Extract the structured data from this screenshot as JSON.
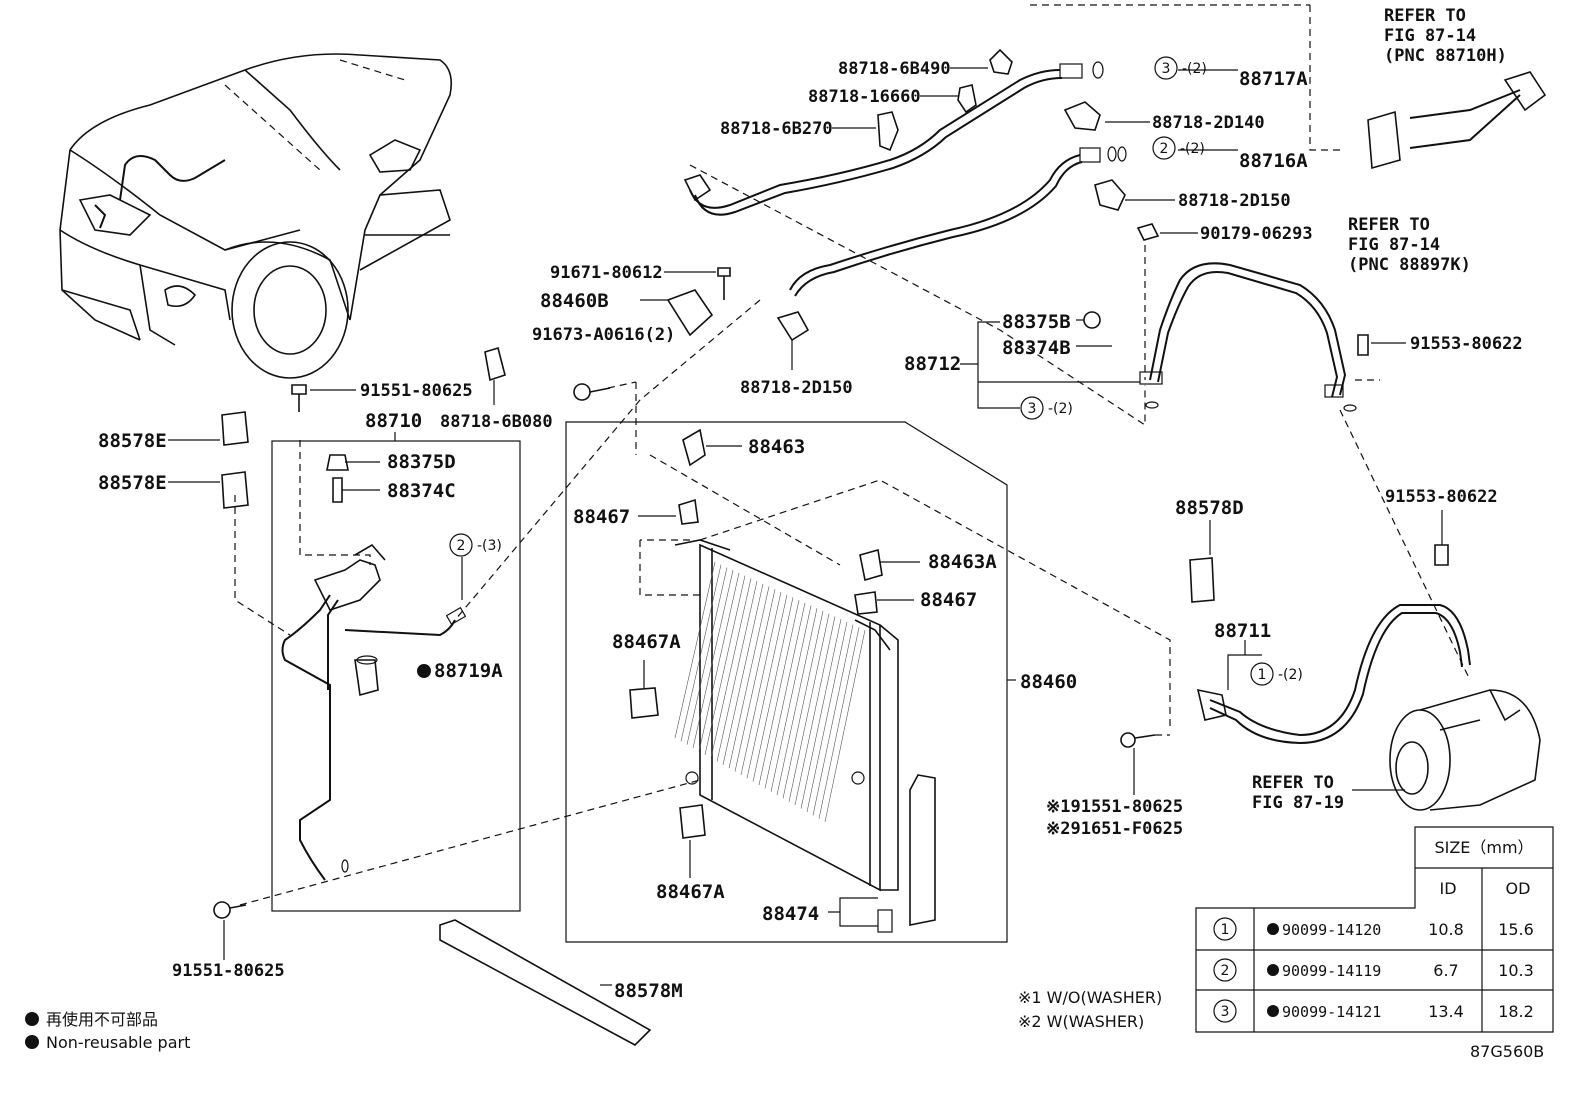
{
  "diagram_code": "87G560B",
  "callouts": {
    "c88718_6B490": "88718-6B490",
    "c88718_16660": "88718-16660",
    "c88718_6B270": "88718-6B270",
    "c88717A": "88717A",
    "c88718_2D140": "88718-2D140",
    "c88716A": "88716A",
    "c88718_2D150a": "88718-2D150",
    "c90179_06293": "90179-06293",
    "c91671_80612": "91671-80612",
    "c88460B": "88460B",
    "c91673_A0616": "91673-A0616(2)",
    "c88718_2D150b": "88718-2D150",
    "c88375B": "88375B",
    "c88374B": "88374B",
    "c88712": "88712",
    "c91553_80622a": "91553-80622",
    "c91551_80625a": "91551-80625",
    "c88710": "88710",
    "c88718_6B080": "88718-6B080",
    "c88578E_1": "88578E",
    "c88578E_2": "88578E",
    "c88375D": "88375D",
    "c88374C": "88374C",
    "c88719A": "88719A",
    "c88463": "88463",
    "c88467a": "88467",
    "c88463A": "88463A",
    "c88467b": "88467",
    "c88467A_1": "88467A",
    "c88467A_2": "88467A",
    "c88460": "88460",
    "c88474": "88474",
    "c88578M": "88578M",
    "c91551_80625b": "91551-80625",
    "c88578D": "88578D",
    "c91553_80622b": "91553-80622",
    "c88711": "88711",
    "c191551": "※191551-80625",
    "c291651": "※291651-F0625"
  },
  "ring_refs": {
    "r1": {
      "num": "3",
      "qty": "-(2)"
    },
    "r2": {
      "num": "2",
      "qty": "-(2)"
    },
    "r3": {
      "num": "3",
      "qty": "-(2)"
    },
    "r4": {
      "num": "2",
      "qty": "-(3)"
    },
    "r5": {
      "num": "1",
      "qty": "-(2)"
    }
  },
  "refer_notes": {
    "top_right": [
      "REFER TO",
      "FIG 87-14",
      "(PNC 88710H)"
    ],
    "mid_right": [
      "REFER TO",
      "FIG 87-14",
      "(PNC 88897K)"
    ],
    "compressor": [
      "REFER TO",
      "FIG 87-19"
    ]
  },
  "size_table": {
    "title": "SIZE（mm）",
    "col_id": "ID",
    "col_od": "OD",
    "rows": [
      {
        "ref": "1",
        "part": "90099-14120",
        "id": "10.8",
        "od": "15.6"
      },
      {
        "ref": "2",
        "part": "90099-14119",
        "id": "6.7",
        "od": "10.3"
      },
      {
        "ref": "3",
        "part": "90099-14121",
        "id": "13.4",
        "od": "18.2"
      }
    ]
  },
  "washer_notes": [
    "※1 W/O(WASHER)",
    "※2 W(WASHER)"
  ],
  "legend": {
    "jp": "再使用不可部品",
    "en": "Non-reusable part"
  }
}
